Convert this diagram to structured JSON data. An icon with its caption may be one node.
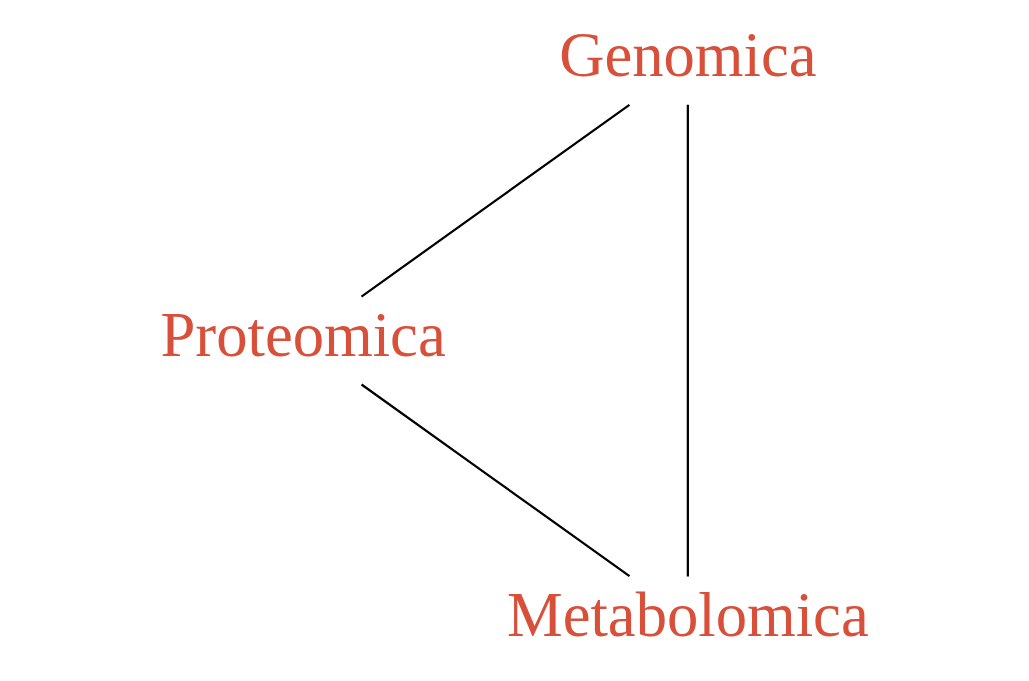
{
  "diagram": {
    "nodes": [
      {
        "text": [
          "Genomica"
        ]
      },
      {
        "text": [
          "Proteomica"
        ]
      },
      {
        "text": [
          "Metabolomica"
        ]
      }
    ],
    "edges": [
      {
        "from": 0,
        "to": 1,
        "arrow": "none"
      },
      {
        "from": 0,
        "to": 2,
        "arrow": "none"
      },
      {
        "from": 1,
        "to": 2,
        "arrow": "none"
      }
    ]
  }
}
